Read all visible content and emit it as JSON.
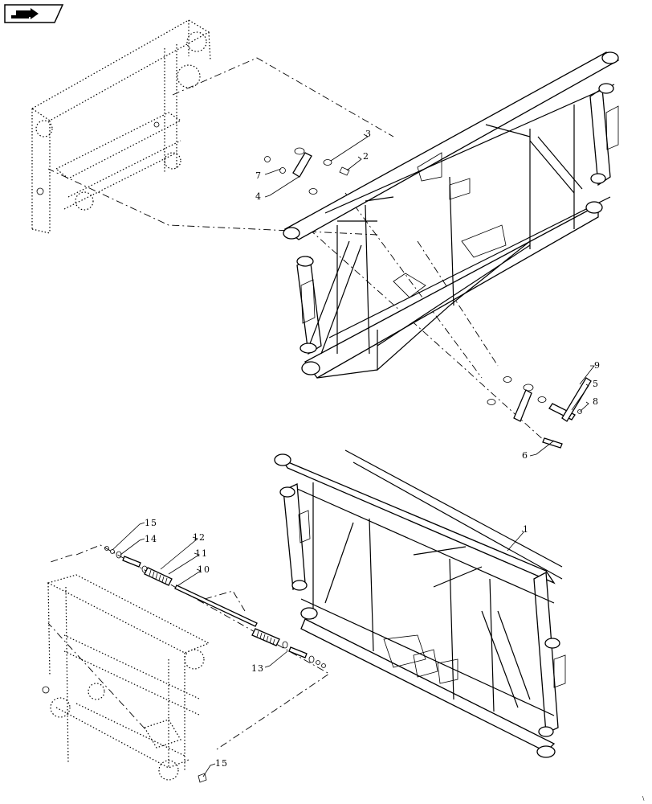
{
  "diagram": {
    "nav_icon": "next-page-arrow-icon",
    "callouts": [
      {
        "id": "c1",
        "text": "1"
      },
      {
        "id": "c2",
        "text": "2"
      },
      {
        "id": "c3",
        "text": "3"
      },
      {
        "id": "c4",
        "text": "4"
      },
      {
        "id": "c5",
        "text": "5"
      },
      {
        "id": "c6",
        "text": "6"
      },
      {
        "id": "c7",
        "text": "7"
      },
      {
        "id": "c8",
        "text": "8"
      },
      {
        "id": "c9",
        "text": "9"
      },
      {
        "id": "c10",
        "text": "10"
      },
      {
        "id": "c11",
        "text": "11"
      },
      {
        "id": "c12",
        "text": "12"
      },
      {
        "id": "c13",
        "text": "13"
      },
      {
        "id": "c14",
        "text": "14"
      },
      {
        "id": "c15a",
        "text": "15"
      },
      {
        "id": "c15b",
        "text": "15"
      }
    ]
  }
}
